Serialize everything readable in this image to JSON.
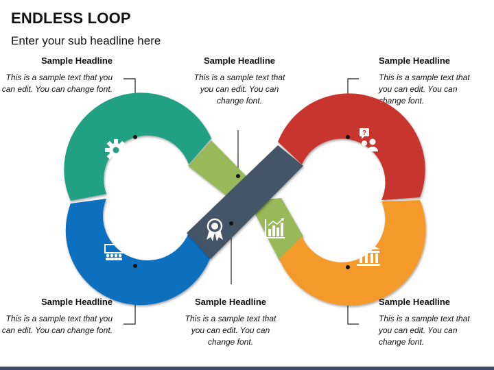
{
  "title": "ENDLESS LOOP",
  "subtitle": "Enter your sub headline here",
  "blocks": [
    {
      "headline": "Sample Headline",
      "text": "This is a sample text that you can edit. You can change font."
    },
    {
      "headline": "Sample Headline",
      "text": "This is a sample text that you can edit. You can change font."
    },
    {
      "headline": "Sample Headline",
      "text": "This is a sample text that you can edit. You can change font."
    },
    {
      "headline": "Sample Headline",
      "text": "This is a sample text that you can edit. You can change font."
    },
    {
      "headline": "Sample Headline",
      "text": "This is a sample text that you can edit. You can change font."
    },
    {
      "headline": "Sample Headline",
      "text": "This is a sample text that you can edit. You can change font."
    }
  ],
  "colors": {
    "teal": "#23a084",
    "blue": "#0a6fbf",
    "green": "#97b95a",
    "navy": "#455468",
    "red": "#c8352e",
    "orange": "#f39a2b",
    "footer": "#3a4c68"
  },
  "icons": [
    "gear-icon",
    "conference-icon",
    "award-ribbon-icon",
    "bar-chart-icon",
    "question-people-icon",
    "bank-icon"
  ]
}
